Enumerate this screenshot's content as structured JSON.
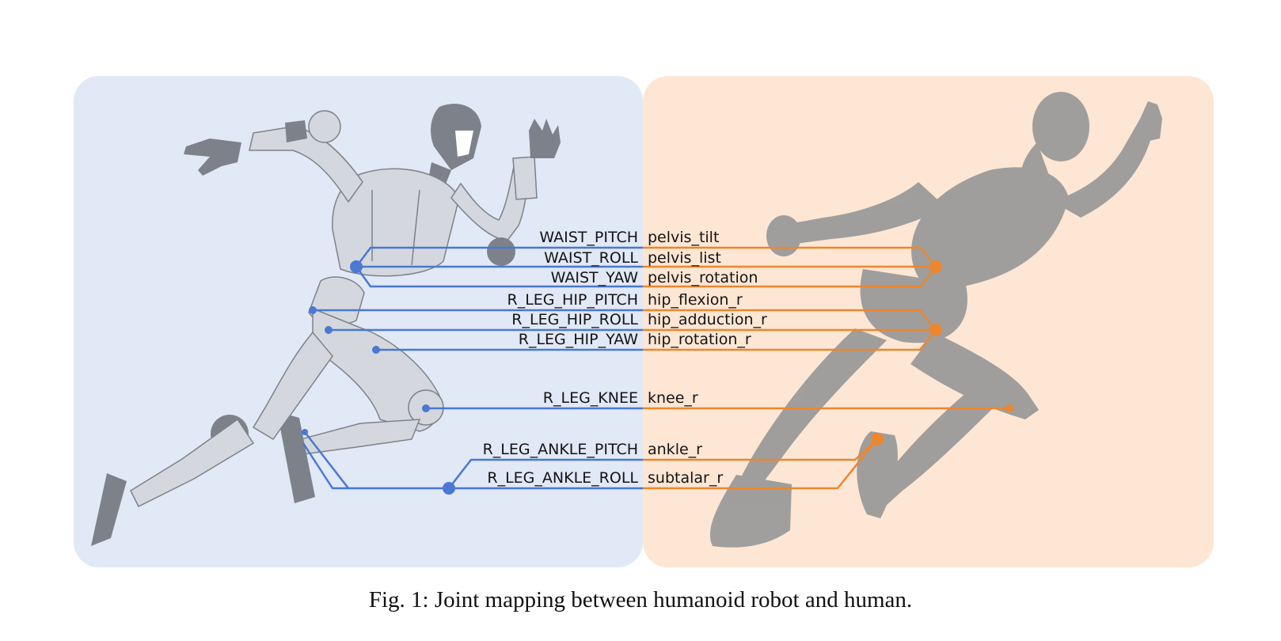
{
  "panels": {
    "robot_color": "#e1e8f6",
    "human_color": "#fde6d3"
  },
  "colors": {
    "robot_link": "#4a78d2",
    "human_link": "#ec862f",
    "robot_body": "#d4d8de",
    "robot_dark": "#7d828a",
    "human_silhouette": "#9b9b9b"
  },
  "joints": [
    {
      "robot": "WAIST_PITCH",
      "human": "pelvis_tilt"
    },
    {
      "robot": "WAIST_ROLL",
      "human": "pelvis_list"
    },
    {
      "robot": "WAIST_YAW",
      "human": "pelvis_rotation"
    },
    {
      "robot": "R_LEG_HIP_PITCH",
      "human": "hip_flexion_r"
    },
    {
      "robot": "R_LEG_HIP_ROLL",
      "human": "hip_adduction_r"
    },
    {
      "robot": "R_LEG_HIP_YAW",
      "human": "hip_rotation_r"
    },
    {
      "robot": "R_LEG_KNEE",
      "human": "knee_r"
    },
    {
      "robot": "R_LEG_ANKLE_PITCH",
      "human": "ankle_r"
    },
    {
      "robot": "R_LEG_ANKLE_ROLL",
      "human": "subtalar_r"
    }
  ],
  "caption": "Fig. 1: Joint mapping between humanoid robot and human."
}
